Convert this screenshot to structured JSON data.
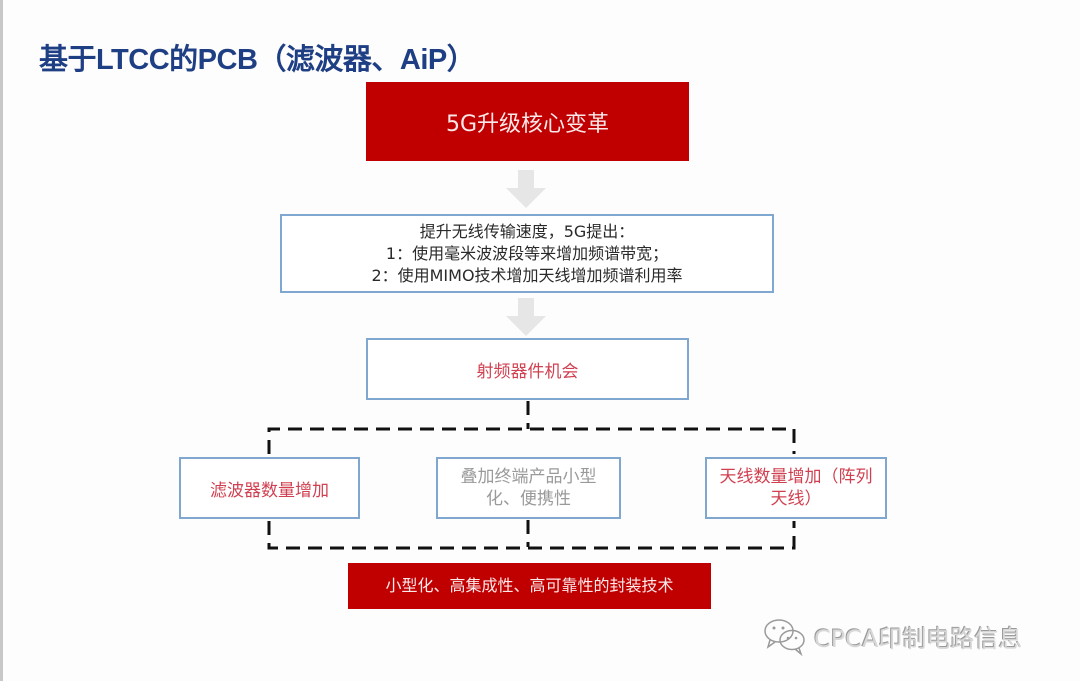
{
  "title": "基于LTCC的PCB（滤波器、AiP）",
  "colors": {
    "title": "#1f3f85",
    "red_fill": "#c00000",
    "outline": "#7fa7cf",
    "red_text": "#d04050",
    "gray_text": "#9a9a9a",
    "arrow": "#e6e6e6"
  },
  "nodes": {
    "core": "5G升级核心变革",
    "speed": {
      "lines": [
        "提升无线传输速度，5G提出：",
        "1：使用毫米波波段等来增加频谱带宽；",
        "2：使用MIMO技术增加天线增加频谱利用率"
      ]
    },
    "rf": "射频器件机会",
    "branches": [
      "滤波器数量增加",
      "叠加终端产品小型化、便携性",
      "天线数量增加（阵列天线）"
    ],
    "package": "小型化、高集成性、高可靠性的封装技术"
  },
  "icons": {
    "arrow": "down-arrow-icon",
    "watermark": "wechat-icon"
  },
  "watermark": "CPCA印制电路信息"
}
